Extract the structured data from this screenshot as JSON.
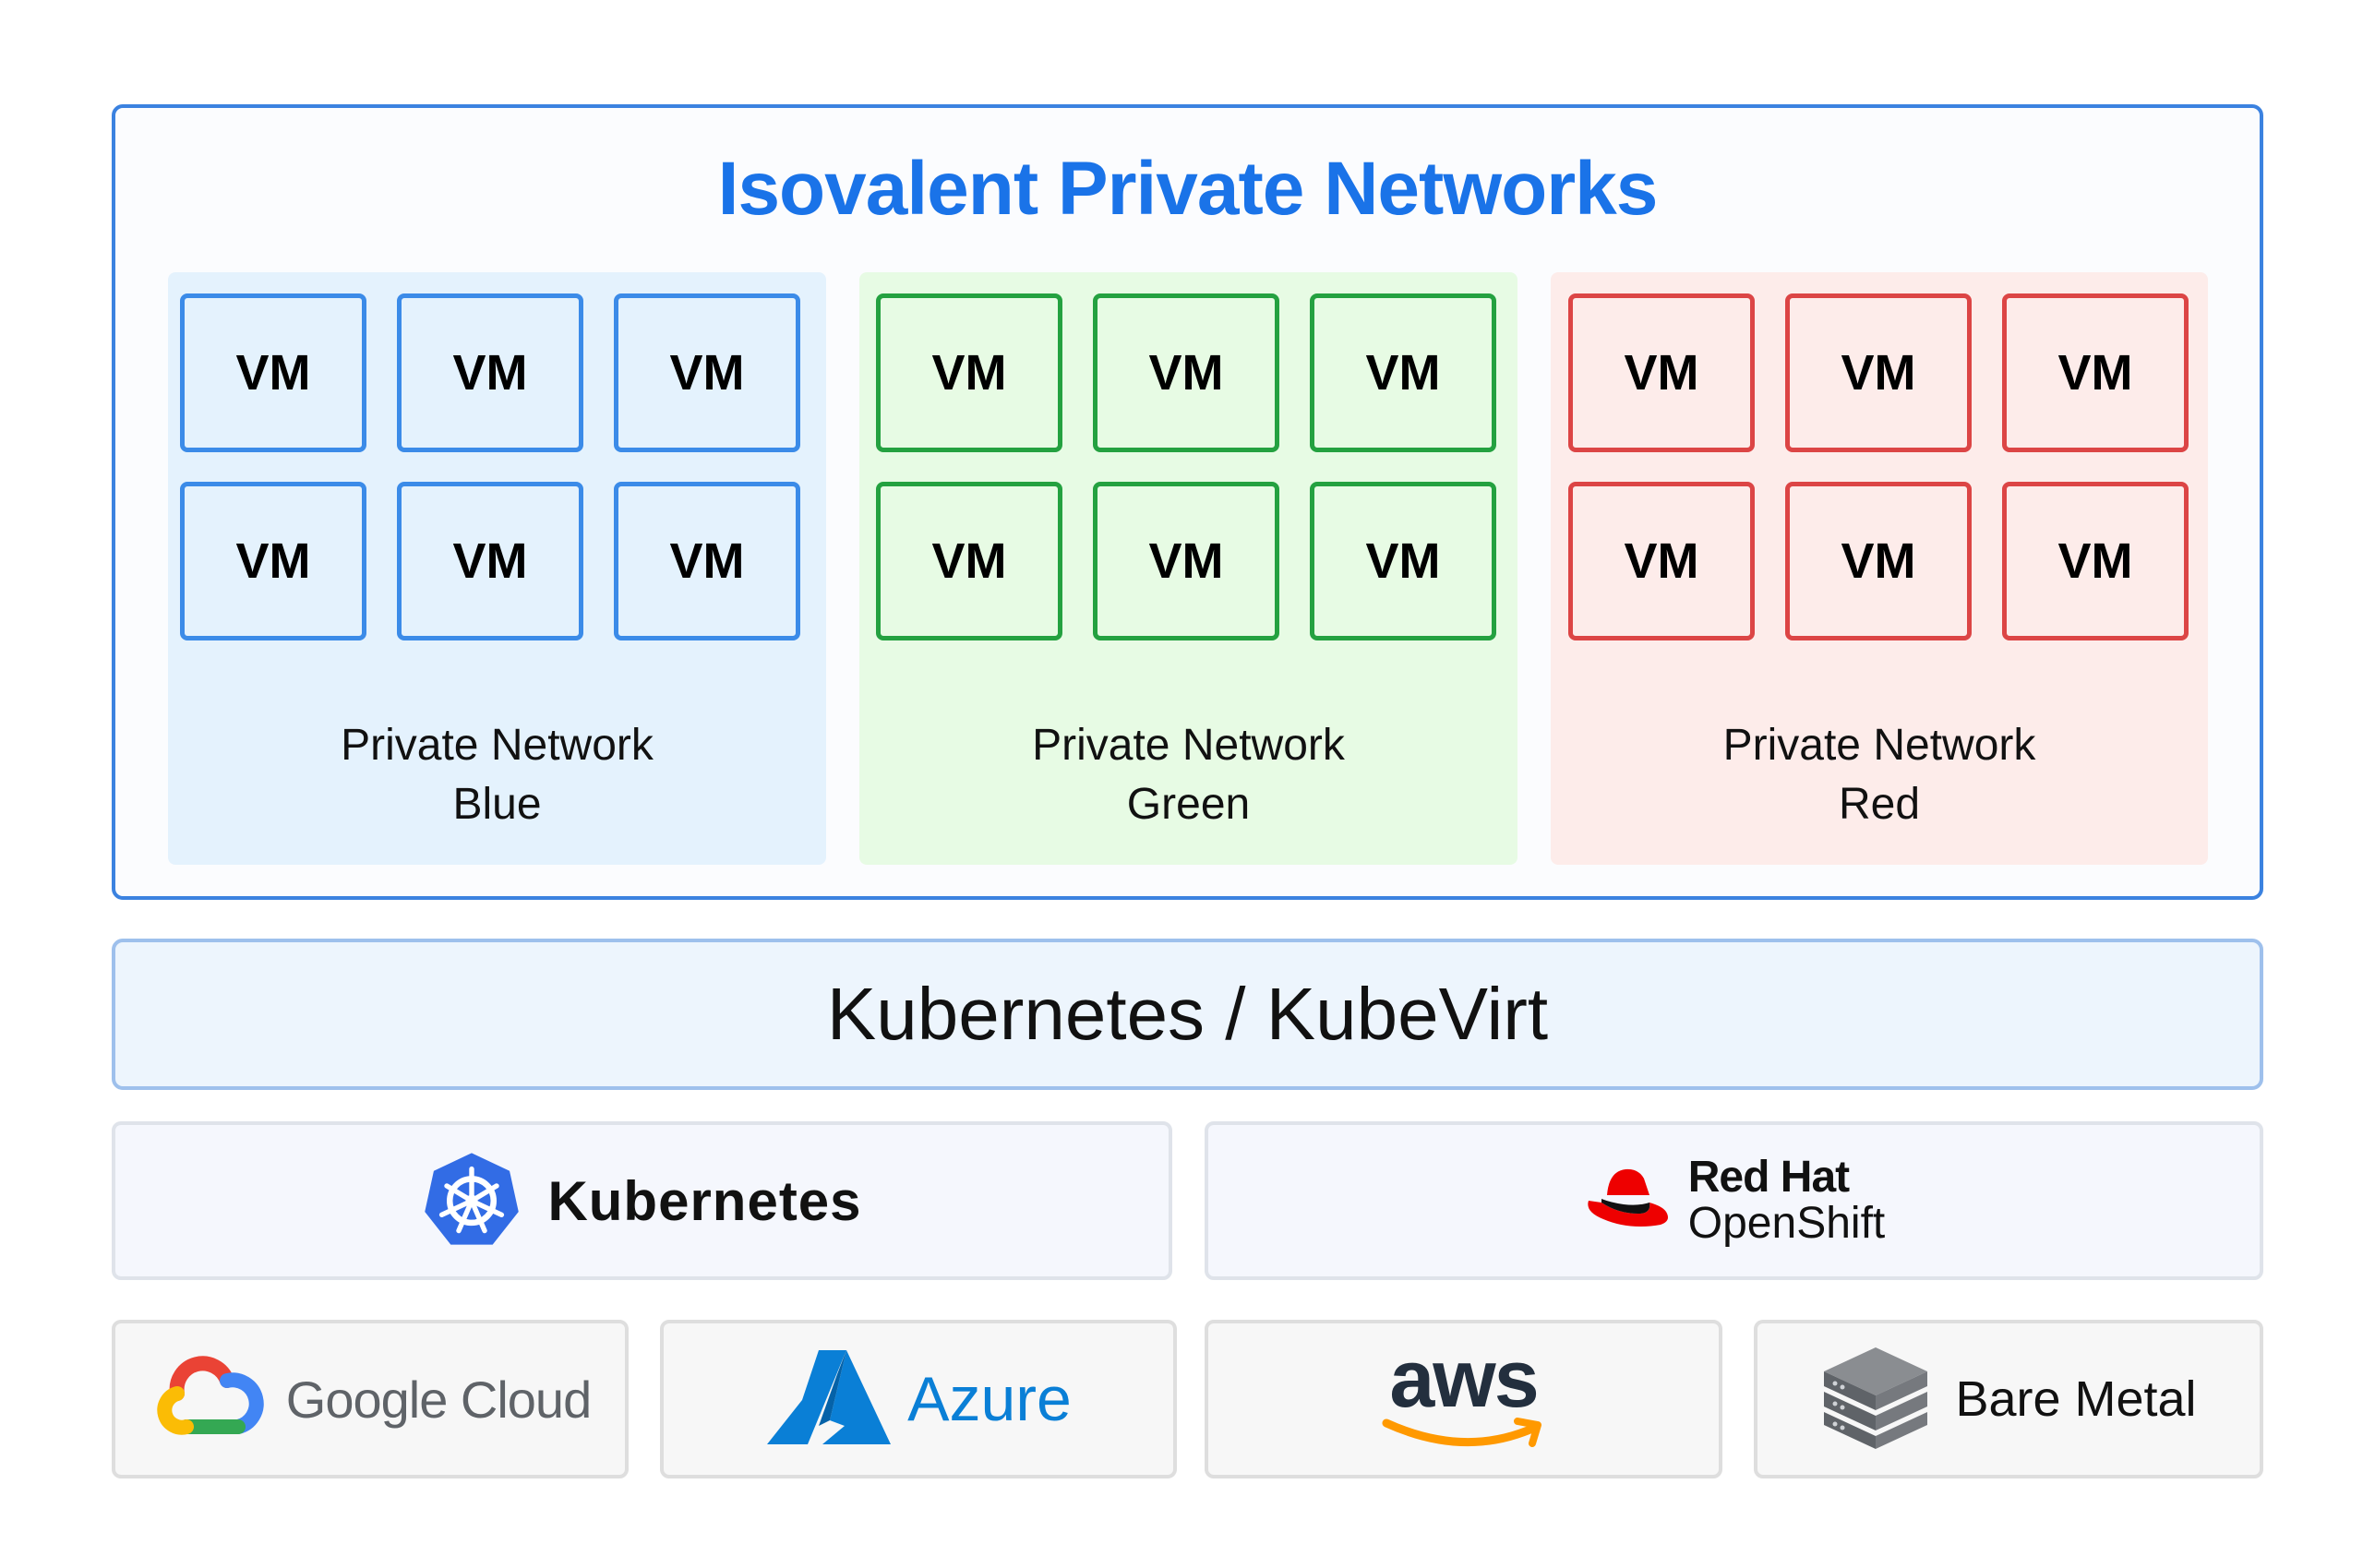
{
  "title": "Isovalent Private Networks",
  "networks": [
    {
      "color": "blue",
      "label_line1": "Private Network",
      "label_line2": "Blue",
      "vms": [
        "VM",
        "VM",
        "VM",
        "VM",
        "VM",
        "VM"
      ]
    },
    {
      "color": "green",
      "label_line1": "Private Network",
      "label_line2": "Green",
      "vms": [
        "VM",
        "VM",
        "VM",
        "VM",
        "VM",
        "VM"
      ]
    },
    {
      "color": "red",
      "label_line1": "Private Network",
      "label_line2": "Red",
      "vms": [
        "VM",
        "VM",
        "VM",
        "VM",
        "VM",
        "VM"
      ]
    }
  ],
  "platform_layer": "Kubernetes / KubeVirt",
  "orchestrators": {
    "kubernetes": {
      "label": "Kubernetes",
      "icon": "kubernetes-icon"
    },
    "openshift": {
      "line1": "Red Hat",
      "line2": "OpenShift",
      "icon": "redhat-icon"
    }
  },
  "infrastructure": {
    "google": {
      "label": "Google Cloud",
      "icon": "google-cloud-icon"
    },
    "azure": {
      "label": "Azure",
      "icon": "azure-icon"
    },
    "aws": {
      "label": "aws",
      "icon": "aws-smile-icon"
    },
    "bare_metal": {
      "label": "Bare Metal",
      "icon": "server-stack-icon"
    }
  },
  "colors": {
    "accent": "#1a73e8",
    "blue": "#3b8be8",
    "green": "#24a140",
    "red": "#dc4545"
  }
}
